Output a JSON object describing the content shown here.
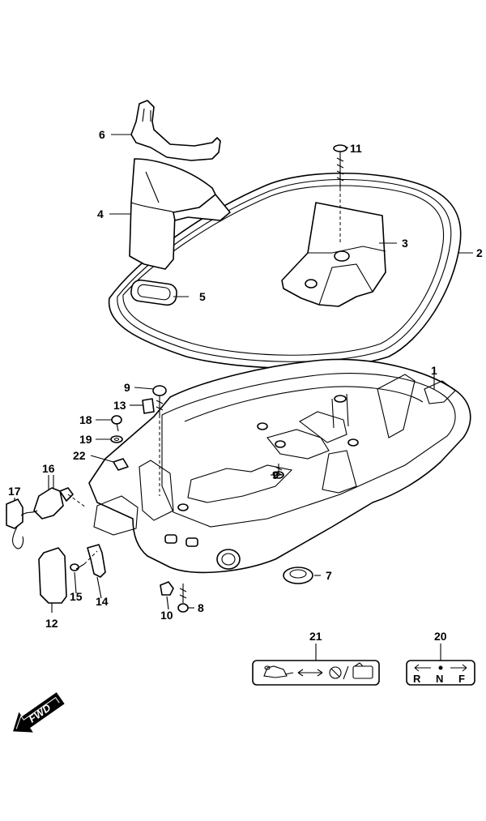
{
  "callouts": {
    "p1": "1",
    "p2": "2",
    "p3": "3",
    "p4": "4",
    "p5": "5",
    "p6": "6",
    "p7": "7",
    "p8": "8",
    "p9a": "9",
    "p9b": "9",
    "p10": "10",
    "p11": "11",
    "p12": "12",
    "p13": "13",
    "p14": "14",
    "p15": "15",
    "p16": "16",
    "p17": "17",
    "p18": "18",
    "p19": "19",
    "p20": "20",
    "p21": "21",
    "p22": "22"
  },
  "plate_20": {
    "r": "R",
    "n": "N",
    "f": "F"
  },
  "direction_arrow": {
    "label": "FWD"
  }
}
